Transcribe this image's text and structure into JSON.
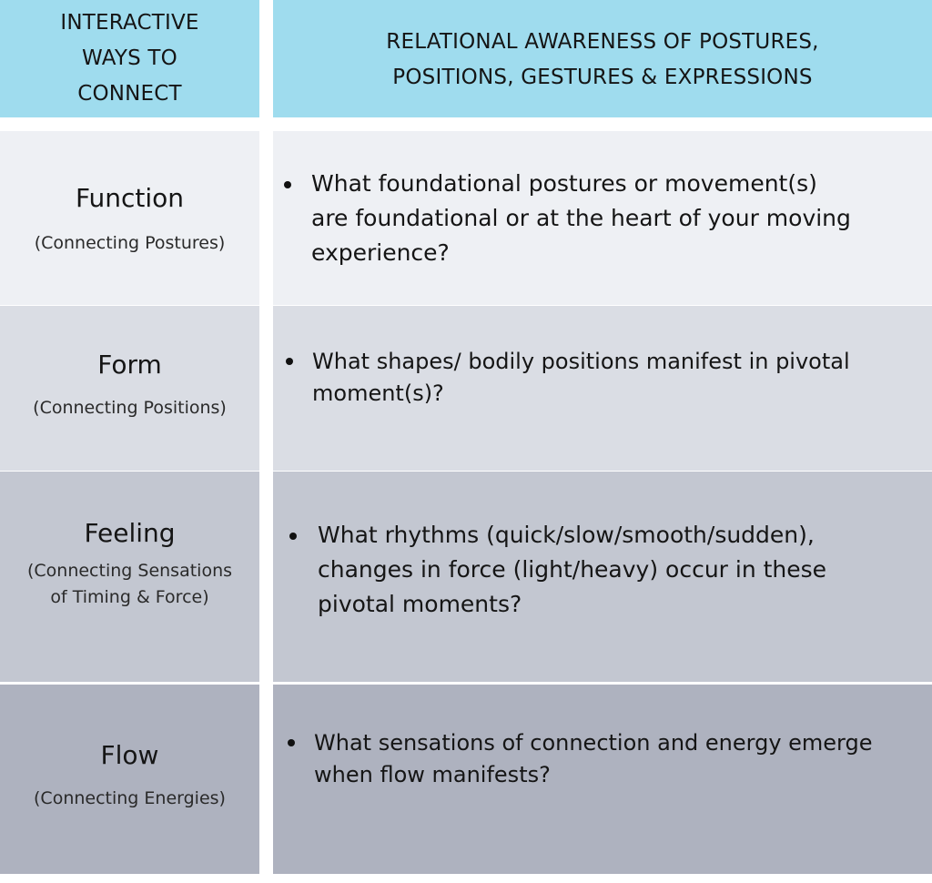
{
  "header": {
    "left_lines": [
      "INTERACTIVE",
      "WAYS TO",
      "CONNECT"
    ],
    "right_lines": [
      "RELATIONAL AWARENESS OF POSTURES,",
      "POSITIONS, GESTURES & EXPRESSIONS"
    ]
  },
  "rows": [
    {
      "title": "Function",
      "subtitle_lines": [
        "(Connecting Postures)"
      ],
      "question_lines": [
        "What foundational postures or movement(s)",
        "are foundational or at the heart of your moving",
        "experience?"
      ]
    },
    {
      "title": "Form",
      "subtitle_lines": [
        "(Connecting Positions)"
      ],
      "question_lines": [
        "What shapes/ bodily positions manifest in pivotal",
        "moment(s)?"
      ]
    },
    {
      "title": "Feeling",
      "subtitle_lines": [
        "(Connecting Sensations",
        "of Timing & Force)"
      ],
      "question_lines": [
        "What rhythms (quick/slow/smooth/sudden),",
        "changes in force (light/heavy) occur in these",
        "pivotal moments?"
      ]
    },
    {
      "title": "Flow",
      "subtitle_lines": [
        "(Connecting Energies)"
      ],
      "question_lines": [
        "What sensations of connection and energy emerge",
        "when flow manifests?"
      ]
    }
  ],
  "colors": {
    "header_bg": "#9fdcee",
    "row1_bg": "#eef0f4",
    "row2_bg": "#dadde4",
    "row3_bg": "#c3c7d1",
    "row4_bg": "#aeb2bf"
  }
}
